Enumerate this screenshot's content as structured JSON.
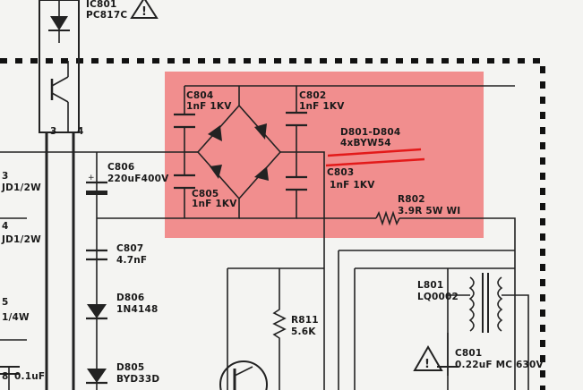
{
  "labels": {
    "ic801": "IC801",
    "pc817c": "PC817C",
    "c804": "C804",
    "c804_val": "1nF 1KV",
    "c802": "C802",
    "c802_val": "1nF 1KV",
    "d801": "D801-D804",
    "d801_val": "4xBYW54",
    "c803": "C803",
    "c803_val": "1nF 1KV",
    "c805": "C805",
    "c805_val": "1nF 1KV",
    "c806": "C806",
    "c806_val": "220uF400V",
    "r802": "R802",
    "r802_val": "3.9R 5W WI",
    "c807": "C807",
    "c807_val": "4.7nF",
    "d806": "D806",
    "d806_val": "1N4148",
    "r811": "R811",
    "r811_val": "5.6K",
    "d805": "D805",
    "d805_val": "BYD33D",
    "l801": "L801",
    "l801_val": "LQ0002",
    "c801": "C801",
    "c801_val": "0.22uF MC 630V",
    "jd1": "JD1/2W",
    "jd2": "JD1/2W",
    "w14": "1/4W",
    "cap_left": "0.1uF",
    "pin3": "3",
    "pin4": "4",
    "digit_3": "3",
    "digit_4": "4",
    "digit_5": "5",
    "digit_8": "8"
  },
  "colors": {
    "highlight": "#f07878",
    "underline": "#e31a1a"
  }
}
